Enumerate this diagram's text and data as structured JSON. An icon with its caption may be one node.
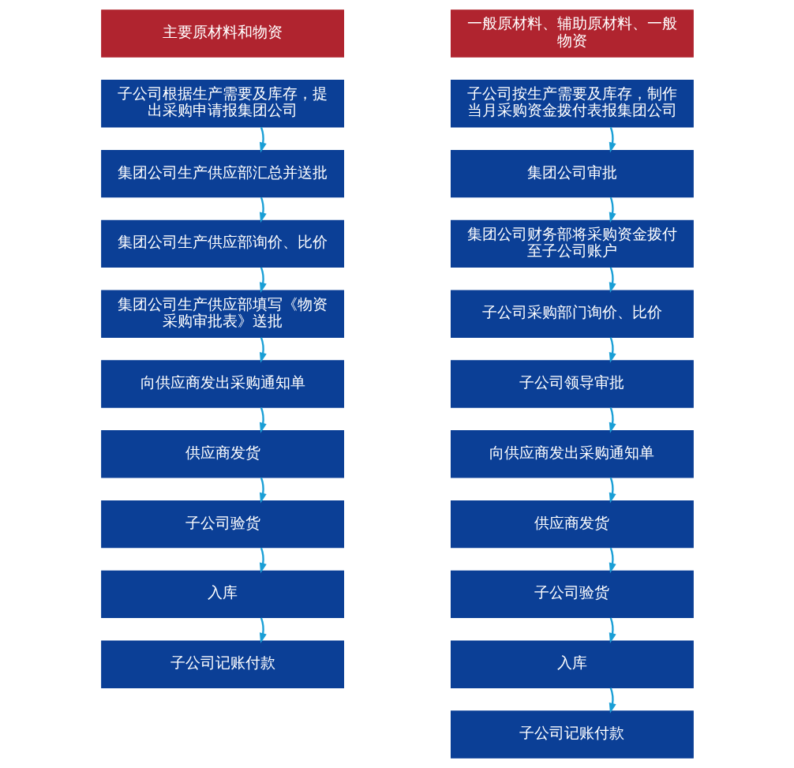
{
  "diagram": {
    "nodes": [
      {
        "text": [
          "主要原材料和物资"
        ]
      },
      {
        "text": [
          "子公司根据生产需要及库存，提出采购申请报集团公司"
        ]
      },
      {
        "text": [
          "集团公司生产供应部汇总并送批"
        ]
      },
      {
        "text": [
          "集团公司生产供应部询价、比价"
        ]
      },
      {
        "text": [
          "集团公司生产供应部填写《物资采购审批表》送批"
        ]
      },
      {
        "text": [
          "向供应商发出采购通知单"
        ]
      },
      {
        "text": [
          "供应商发货"
        ]
      },
      {
        "text": [
          "子公司验货"
        ]
      },
      {
        "text": [
          "入库"
        ]
      },
      {
        "text": [
          "子公司记账付款"
        ]
      },
      {
        "text": [
          "一般原材料、辅助原材料、一般物资"
        ]
      },
      {
        "text": [
          "子公司按生产需要及库存，制作当月采购资金拨付表报集团公司"
        ]
      },
      {
        "text": [
          "集团公司审批"
        ]
      },
      {
        "text": [
          "集团公司财务部将采购资金拨付至子公司账户"
        ]
      },
      {
        "text": [
          "子公司采购部门询价、比价"
        ]
      },
      {
        "text": [
          "子公司领导审批"
        ]
      },
      {
        "text": [
          "向供应商发出采购通知单"
        ]
      },
      {
        "text": [
          "供应商发货"
        ]
      },
      {
        "text": [
          "子公司验货"
        ]
      },
      {
        "text": [
          "入库"
        ]
      },
      {
        "text": [
          "子公司记账付款"
        ]
      }
    ],
    "edges": [
      {
        "from": 1,
        "to": 2,
        "arrow": "to"
      },
      {
        "from": 2,
        "to": 3,
        "arrow": "to"
      },
      {
        "from": 3,
        "to": 4,
        "arrow": "to"
      },
      {
        "from": 4,
        "to": 5,
        "arrow": "to"
      },
      {
        "from": 5,
        "to": 6,
        "arrow": "to"
      },
      {
        "from": 6,
        "to": 7,
        "arrow": "to"
      },
      {
        "from": 7,
        "to": 8,
        "arrow": "to"
      },
      {
        "from": 8,
        "to": 9,
        "arrow": "to"
      },
      {
        "from": 11,
        "to": 12,
        "arrow": "to"
      },
      {
        "from": 12,
        "to": 13,
        "arrow": "to"
      },
      {
        "from": 13,
        "to": 14,
        "arrow": "to"
      },
      {
        "from": 14,
        "to": 15,
        "arrow": "to"
      },
      {
        "from": 15,
        "to": 16,
        "arrow": "to"
      },
      {
        "from": 16,
        "to": 17,
        "arrow": "to"
      },
      {
        "from": 17,
        "to": 18,
        "arrow": "to"
      },
      {
        "from": 18,
        "to": 19,
        "arrow": "to"
      },
      {
        "from": 19,
        "to": 20,
        "arrow": "to"
      }
    ]
  }
}
